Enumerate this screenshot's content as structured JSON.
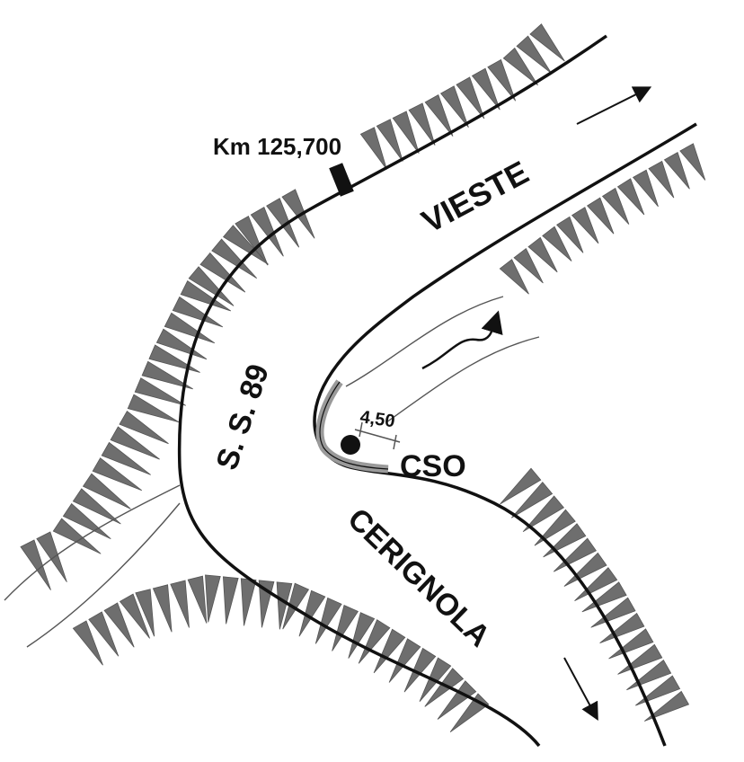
{
  "map": {
    "km_marker": "Km 125,700",
    "road_name": "S. S. 89",
    "direction_north": "VIESTE",
    "direction_south": "CERIGNOLA",
    "site_label": "CSO",
    "width_measure": "4,50"
  },
  "colors": {
    "ink": "#111111",
    "hachure": "#6e6e6e",
    "shoulder": "#9a9a9a",
    "background": "#ffffff"
  }
}
